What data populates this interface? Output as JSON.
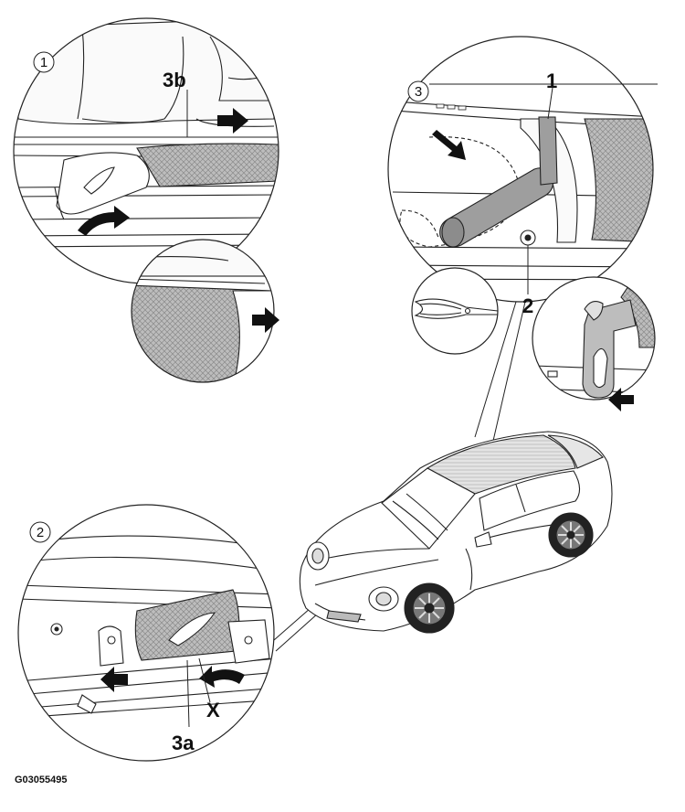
{
  "callouts": {
    "detail_1": "1",
    "detail_2": "2",
    "detail_3": "3"
  },
  "labels": {
    "part_3b": "3b",
    "part_3a": "3a",
    "part_x": "X",
    "part_1": "1",
    "part_2": "2"
  },
  "figure_id": "G03055495"
}
